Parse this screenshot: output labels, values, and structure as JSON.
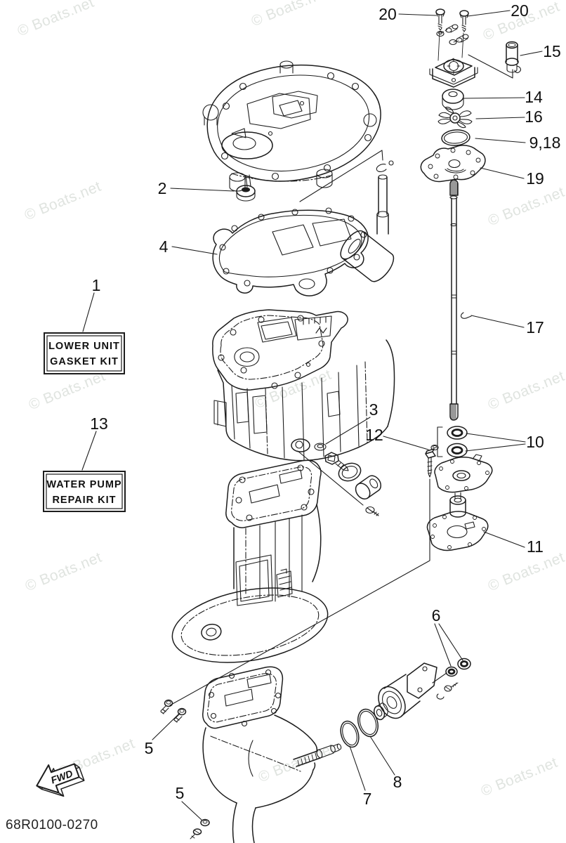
{
  "watermark_text": "© Boats.net",
  "part_code": "68R0100-0270",
  "fwd_label": "FWD",
  "kit_boxes": {
    "gasket_kit": {
      "line1": "LOWER UNIT",
      "line2": "GASKET KIT"
    },
    "repair_kit": {
      "line1": "WATER PUMP",
      "line2": "REPAIR KIT"
    }
  },
  "callouts": [
    {
      "label": "20"
    },
    {
      "label": "20"
    },
    {
      "label": "15"
    },
    {
      "label": "14"
    },
    {
      "label": "16"
    },
    {
      "label": "9,18"
    },
    {
      "label": "19"
    },
    {
      "label": "2"
    },
    {
      "label": "4"
    },
    {
      "label": "1"
    },
    {
      "label": "17"
    },
    {
      "label": "3"
    },
    {
      "label": "12"
    },
    {
      "label": "10"
    },
    {
      "label": "13"
    },
    {
      "label": "11"
    },
    {
      "label": "6"
    },
    {
      "label": "5"
    },
    {
      "label": "8"
    },
    {
      "label": "7"
    },
    {
      "label": "5"
    }
  ]
}
